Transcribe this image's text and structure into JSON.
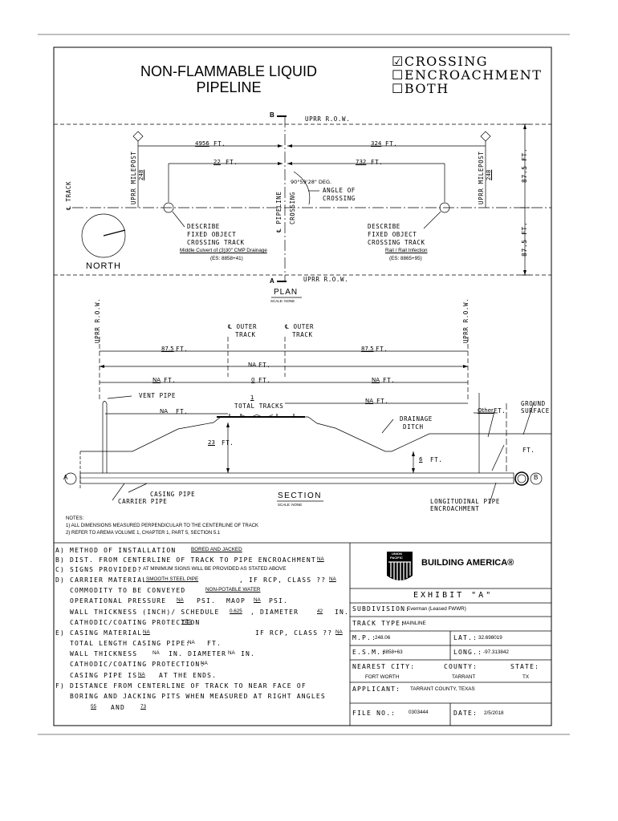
{
  "title": {
    "line1": "NON-FLAMMABLE LIQUID",
    "line2": "PIPELINE"
  },
  "checkboxes": [
    {
      "label": "CROSSING",
      "checked": true
    },
    {
      "label": "ENCROACHMENT",
      "checked": false
    },
    {
      "label": "BOTH",
      "checked": false
    }
  ],
  "plan": {
    "b_marker": "B",
    "a_marker": "A",
    "row_top": "UPRR R.O.W.",
    "row_bottom": "UPRR R.O.W.",
    "dist_left_mp": "4956",
    "dist_right_mp": "324",
    "dist_left_obj": "22",
    "dist_right_obj": "732",
    "ft": "FT.",
    "angle_value": "90°59'28\" DEG.",
    "angle_label1": "ANGLE OF",
    "angle_label2": "CROSSING",
    "track_label": "℄ TRACK",
    "pipeline_label": "℄ PIPELINE",
    "crossing_label": "CROSSING",
    "mp_left_label": "UPRR MILEPOST",
    "mp_left_value": "248",
    "mp_right_label": "UPRR MILEPOST",
    "mp_right_value": "248",
    "row_width_top": "87.5 FT.",
    "row_width_bottom": "87.5 FT.",
    "north": "NORTH",
    "obj_left": {
      "l1": "DESCRIBE",
      "l2": "FIXED OBJECT",
      "l3": "CROSSING TRACK",
      "desc": "Middle Culvert of (3)30\" CMP Drainage",
      "es": "(ES: 8858+41)"
    },
    "obj_right": {
      "l1": "DESCRIBE",
      "l2": "FIXED OBJECT",
      "l3": "CROSSING TRACK",
      "desc": "Rail / Rail Infection",
      "es": "(ES: 8865+95)"
    },
    "view_title": "PLAN",
    "scale": "SCALE:  NONE"
  },
  "section": {
    "row_left": "UPRR R.O.W.",
    "row_right": "UPRR R.O.W.",
    "outer_left": "℄ OUTER",
    "outer_left2": "TRACK",
    "outer_right": "℄ OUTER",
    "outer_right2": "TRACK",
    "half_left": "87.5",
    "half_right": "87.5",
    "total": "NA",
    "dim_na1": "NA",
    "dim_zero": "0",
    "dim_na2": "NA",
    "dim_na3": "NA",
    "dim_na4": "NA",
    "tracks_count": "1",
    "tracks_label": "TOTAL TRACKS",
    "vent_pipe": "VENT PIPE",
    "depth": "23",
    "ditch_depth": "6",
    "drainage1": "DRAINAGE",
    "drainage2": "DITCH",
    "other": "Other",
    "ground_surface1": "GROUND",
    "ground_surface2": "SURFACE",
    "ft": "FT.",
    "casing_pipe": "CASING PIPE",
    "carrier_pipe": "CARRIER PIPE",
    "long_pipe1": "LONGITUDINAL PIPE",
    "long_pipe2": "ENCROACHMENT",
    "marker_a": "A",
    "marker_b": "B",
    "view_title": "SECTION",
    "scale": "SCALE:  NONE"
  },
  "notes": {
    "heading": "NOTES:",
    "n1": "1) ALL DIMENSIONS MEASURED PERPENDICULAR TO THE CENTERLINE OF TRACK",
    "n2": "2) REFER TO AREMA VOLUME 1, CHAPTER 1, PART 5, SECTION 5.1"
  },
  "form": {
    "a_label": "A) METHOD OF INSTALLATION",
    "a_value": "BORED AND JACKED",
    "b_label": "B) DIST. FROM CENTERLINE OF TRACK TO PIPE ENCROACHMENT",
    "b_value": "NA",
    "c_label": "C) SIGNS PROVIDED?",
    "c_value": "AT MINIMUM SIGNS WILL BE PROVIDED AS STATED ABOVE",
    "d_label": "D) CARRIER MATERIAL",
    "d_value": "SMOOTH STEEL PIPE",
    "d_rcp_label": ", IF RCP, CLASS ??",
    "d_rcp_value": "NA",
    "commodity_label": "COMMODITY TO BE CONVEYED",
    "commodity_value": "NON-POTABLE WATER",
    "op_label": "OPERATIONAL PRESSURE",
    "op_value": "NA",
    "psi": "PSI.",
    "maop_label": "MAOP",
    "maop_value": "NA",
    "psi2": "PSI.",
    "wall_label": "WALL THICKNESS (INCH)/ SCHEDULE",
    "wall_value": "0.625",
    "dia_label": ", DIAMETER",
    "dia_value": "42",
    "in": "IN.",
    "cath_label": "CATHODIC/COATING PROTECTION",
    "cath_value": "YES",
    "e_label": "E) CASING MATERIAL",
    "e_value": "NA",
    "e_rcp_label": "IF RCP, CLASS ??",
    "e_rcp_value": "NA",
    "tl_label": "TOTAL LENGTH CASING PIPE:",
    "tl_value": "NA",
    "ft": "FT.",
    "ewall_label": "WALL THICKNESS",
    "ewall_value": "NA",
    "edia_label": "IN. DIAMETER",
    "edia_value": "NA",
    "ecath_label": "CATHODIC/COATING PROTECTION:",
    "ecath_value": "NA",
    "casing_is_label": "CASING PIPE IS",
    "casing_is_value": "NA",
    "casing_is_tail": "AT THE ENDS.",
    "f_label1": "F) DISTANCE FROM CENTERLINE OF TRACK TO NEAR FACE OF",
    "f_label2": "BORING AND JACKING PITS WHEN MEASURED AT RIGHT ANGLES",
    "f_value1": "55",
    "f_and": "AND",
    "f_value2": "73"
  },
  "titleblock": {
    "logo_top": "UNION",
    "logo_bottom": "PACIFIC",
    "brand": "BUILDING AMERICA®",
    "exhibit": "EXHIBIT  \"A\"",
    "subdivision_label": "SUBDIVISION:",
    "subdivision_value": "Everman (Leased FWWR)",
    "track_type_label": "TRACK TYPE:",
    "track_type_value": "MAINLINE",
    "mp_label": "M.P.:",
    "mp_value": "248.06",
    "lat_label": "LAT.:",
    "lat_value": "32.698019",
    "esm_label": "E.S.M.:",
    "esm_value": "8858+63",
    "long_label": "LONG.:",
    "long_value": "-97.313842",
    "city_label": "NEAREST CITY:",
    "city_value": "FORT WORTH",
    "county_label": "COUNTY:",
    "county_value": "TARRANT",
    "state_label": "STATE:",
    "state_value": "TX",
    "applicant_label": "APPLICANT:",
    "applicant_value": "TARRANT COUNTY, TEXAS",
    "file_label": "FILE NO.:",
    "file_value": "0303444",
    "date_label": "DATE:",
    "date_value": "2/5/2018"
  }
}
